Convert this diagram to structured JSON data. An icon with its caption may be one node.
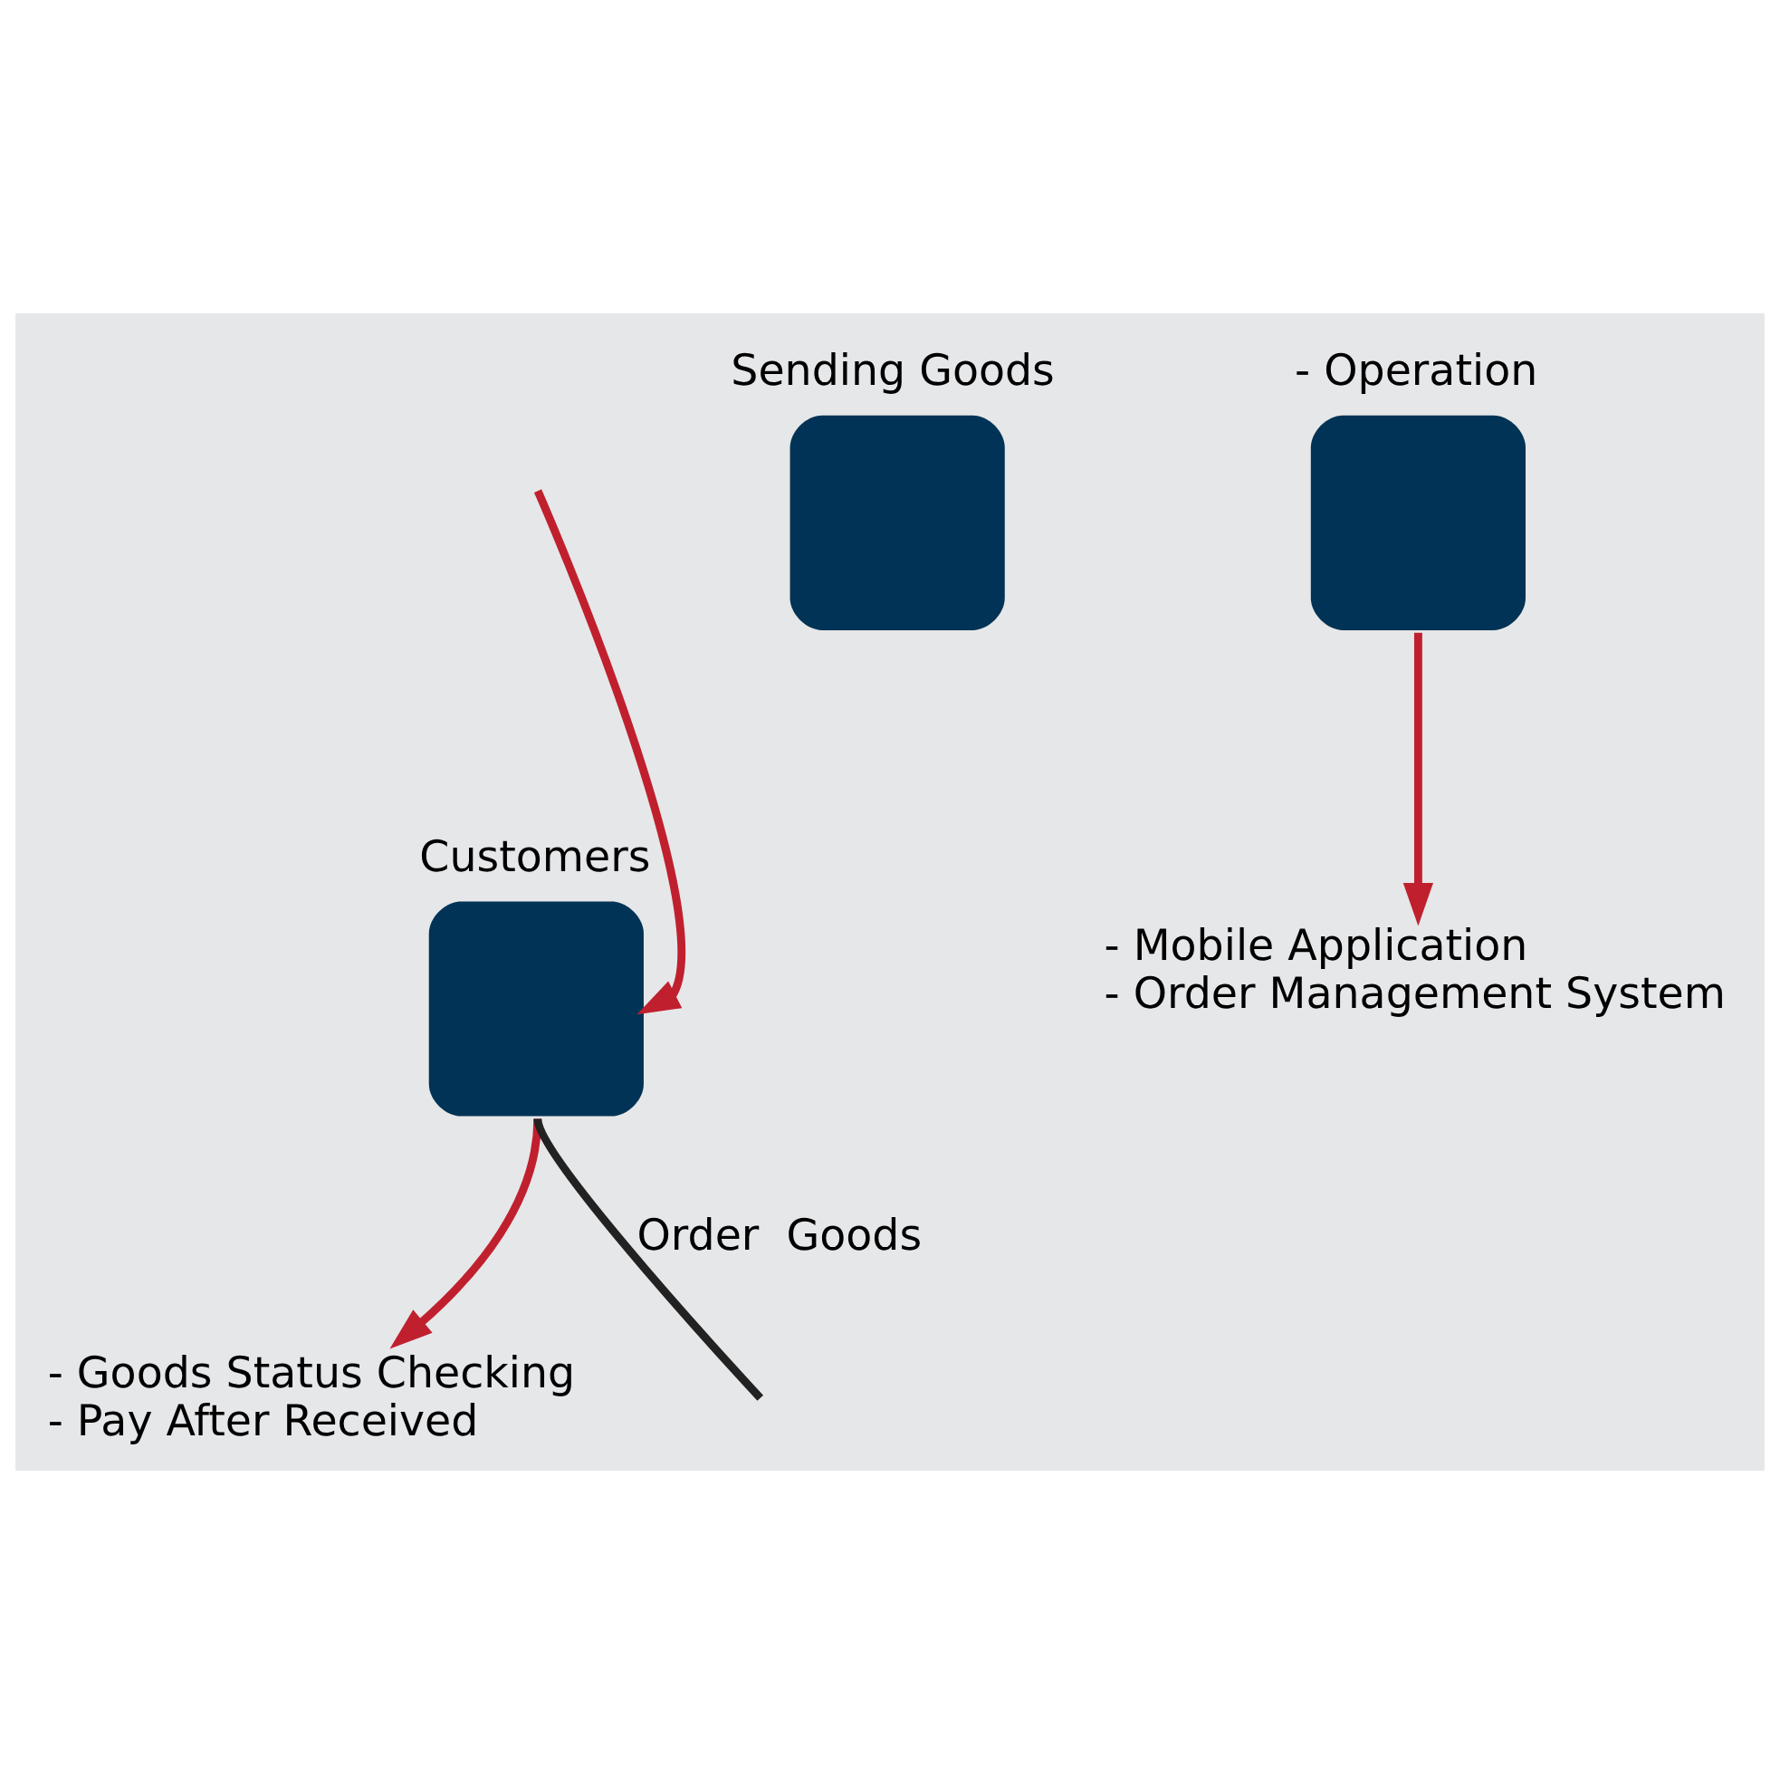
{
  "diagram": {
    "nodes": [
      {
        "text": [
          "Customers"
        ]
      },
      {
        "text": [
          "- Goods Status Checking",
          "- Pay After Received"
        ]
      },
      {
        "text": [
          "Sending Goods"
        ]
      },
      {
        "text": [
          "- Operation"
        ]
      },
      {
        "text": [
          "- Mobile Application",
          "- Order Management System"
        ]
      }
    ],
    "edges": [
      {
        "from": 0,
        "to": 1,
        "arrow": "to"
      },
      {
        "from": null,
        "to": 0,
        "arrow": "to"
      },
      {
        "from": 0,
        "to": null,
        "arrow": "none",
        "label": "Order  Goods",
        "color": "#222222"
      },
      {
        "from": 3,
        "to": 4,
        "arrow": "to"
      }
    ]
  }
}
